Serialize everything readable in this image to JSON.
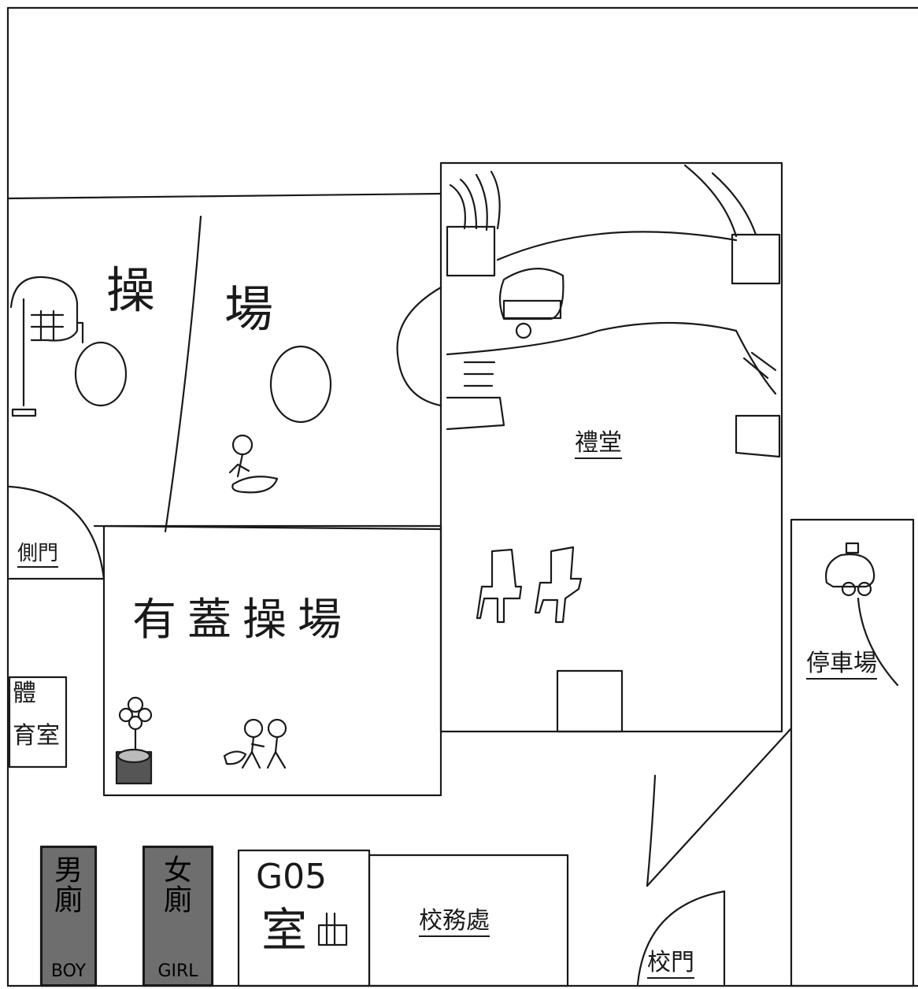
{
  "map": {
    "areas": {
      "playground_left": "操",
      "playground_right": "場",
      "side_gate": "側門",
      "covered_playground": "有蓋操場",
      "pe_room_line1": "體",
      "pe_room_line2": "育室",
      "hall": "禮堂",
      "car_park": "停車場",
      "boys_toilet_cn": "男廁",
      "boys_toilet_en": "BOY",
      "girls_toilet_cn": "女廁",
      "girls_toilet_en": "GIRL",
      "room_g05_line1": "G05",
      "room_g05_line2": "室",
      "school_office": "校務處",
      "school_gate": "校門"
    }
  }
}
